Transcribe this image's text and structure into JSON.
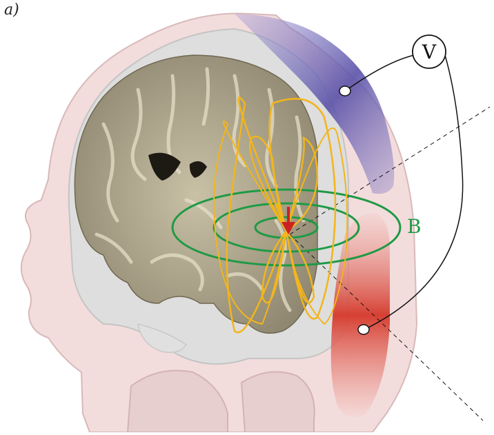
{
  "panel_label": "a)",
  "labels": {
    "voltmeter": "V",
    "magnetic_field": "B"
  },
  "colors": {
    "head": "#f3dcdc",
    "head_outline": "#d8b9b9",
    "skull_cavity": "#dcdcdc",
    "brain": "#b7b09a",
    "electrode_top": "#6b63b5",
    "electrode_bottom": "#d9392b",
    "field_lines_current": "#f2b51c",
    "field_lines_magnetic": "#1e9a45",
    "dipole": "#cc2222"
  }
}
